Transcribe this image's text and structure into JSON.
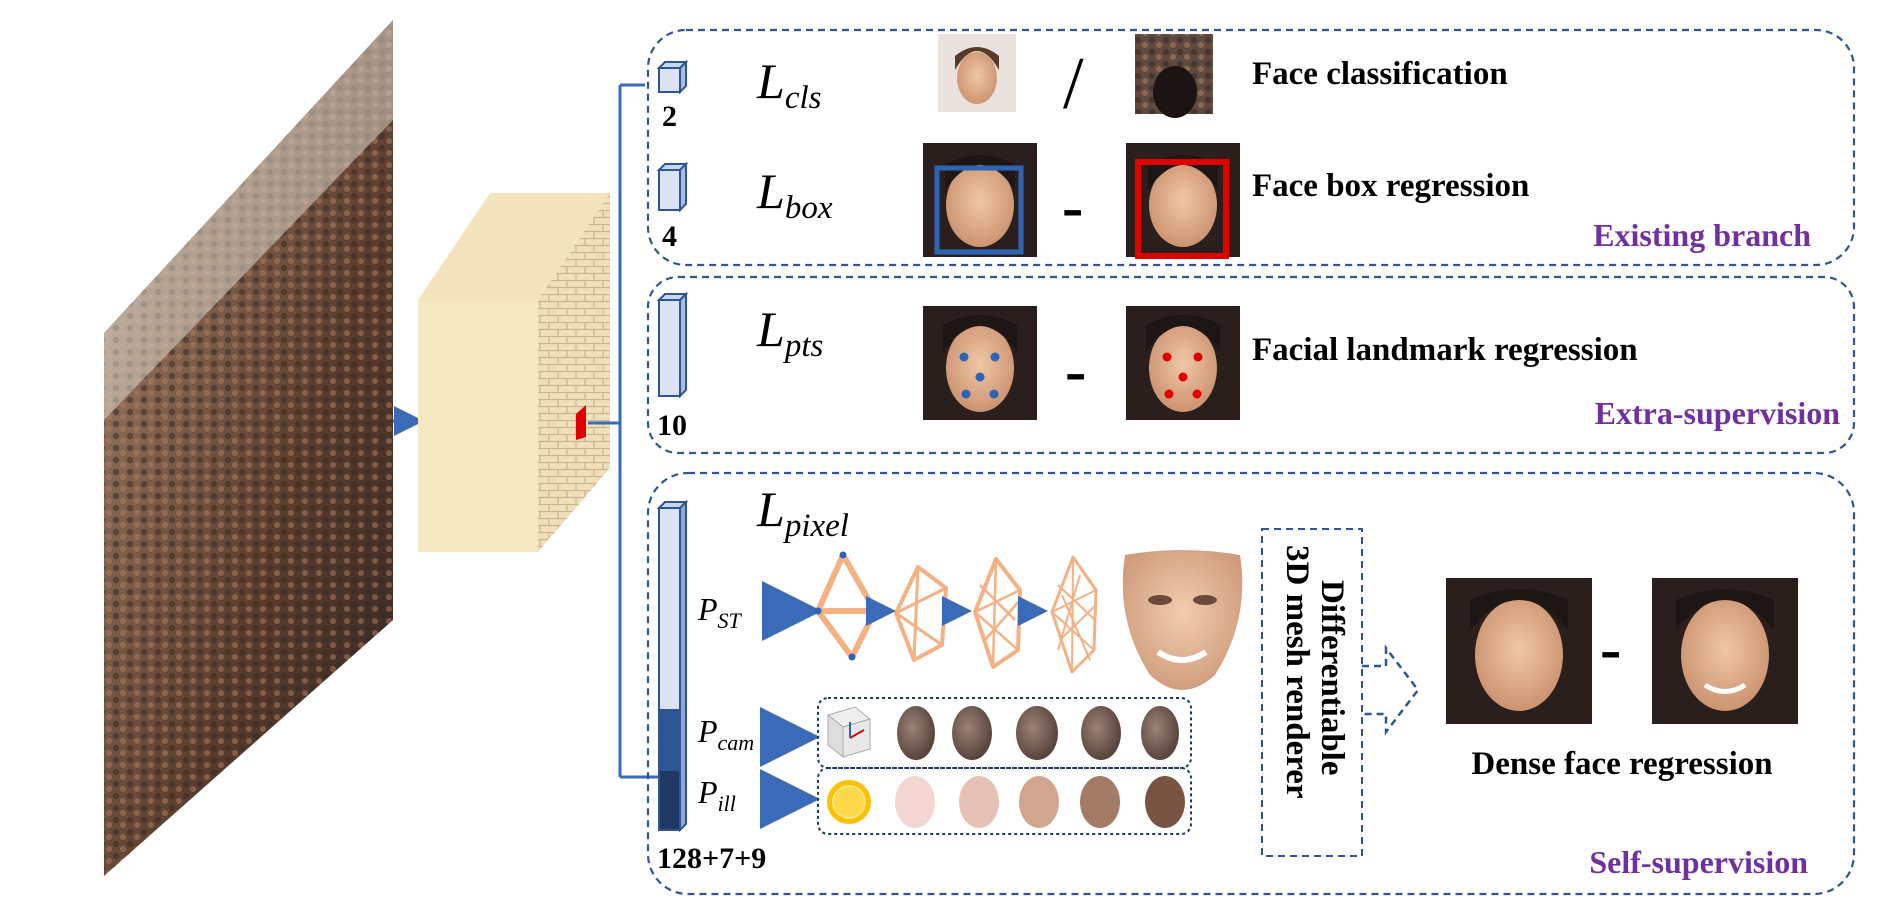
{
  "branches": {
    "existing": {
      "label": "Existing branch",
      "cls": {
        "dim": "2",
        "loss_main": "L",
        "loss_sub": "cls",
        "separator": "/",
        "desc": "Face classification"
      },
      "box": {
        "dim": "4",
        "loss_main": "L",
        "loss_sub": "box",
        "separator": "-",
        "desc": "Face box regression"
      }
    },
    "extra": {
      "label": "Extra-supervision",
      "pts": {
        "dim": "10",
        "loss_main": "L",
        "loss_sub": "pts",
        "separator": "-",
        "desc": "Facial landmark regression"
      }
    },
    "self": {
      "label": "Self-supervision",
      "pixel": {
        "dim": "128+7+9",
        "loss_main": "L",
        "loss_sub": "pixel"
      },
      "params": [
        {
          "main": "P",
          "sub": "ST"
        },
        {
          "main": "P",
          "sub": "cam"
        },
        {
          "main": "P",
          "sub": "ill"
        }
      ],
      "renderer_lines": [
        "Differentiable",
        "3D mesh renderer"
      ],
      "separator": "-",
      "desc": "Dense face regression"
    }
  },
  "colors": {
    "border": "#2f5597",
    "branch_text": "#7030a0",
    "feature_map": "#f7e8c4",
    "gt_box": "#e00000",
    "pred_box": "#2e64b4",
    "mesh": "#f4b183"
  }
}
